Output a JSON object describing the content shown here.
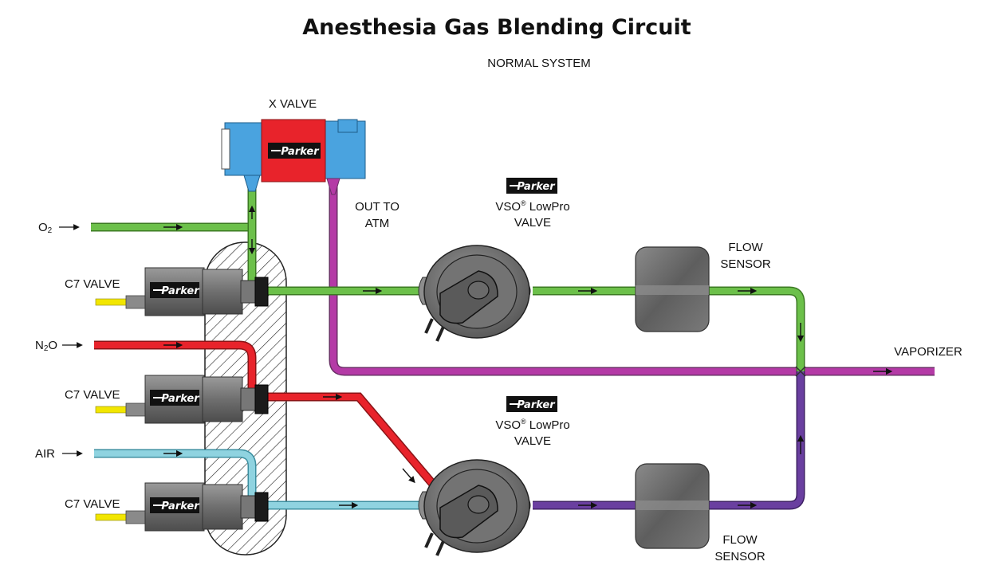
{
  "title": "Anesthesia Gas Blending Circuit",
  "subtitle": "NORMAL SYSTEM",
  "brand": "Parker",
  "labels": {
    "x_valve": "X VALVE",
    "out_to_atm_1": "OUT TO",
    "out_to_atm_2": "ATM",
    "o2": "O",
    "o2_sub": "2",
    "n2o_n": "N",
    "n2o_sub": "2",
    "n2o_o": "O",
    "air": "AIR",
    "c7_valve": "C7 VALVE",
    "vso_1": "VSO",
    "vso_reg": "®",
    "vso_lowpro": " LowPro",
    "vso_valve": "VALVE",
    "flow_1": "FLOW",
    "flow_2": "SENSOR",
    "vaporizer": "VAPORIZER"
  },
  "colors": {
    "o2_line": "#6cc04a",
    "n2o_line": "#e8232b",
    "air_line": "#8fd3e0",
    "exhaust_line": "#b43aa6",
    "mixed_line": "#6a3fa0",
    "x_valve_body": "#e8232b",
    "x_valve_ends": "#4aa3df",
    "solenoid_body": "#7a7a7a",
    "sensor_body": "#6e6e6e",
    "wire_lead": "#f2e600"
  }
}
